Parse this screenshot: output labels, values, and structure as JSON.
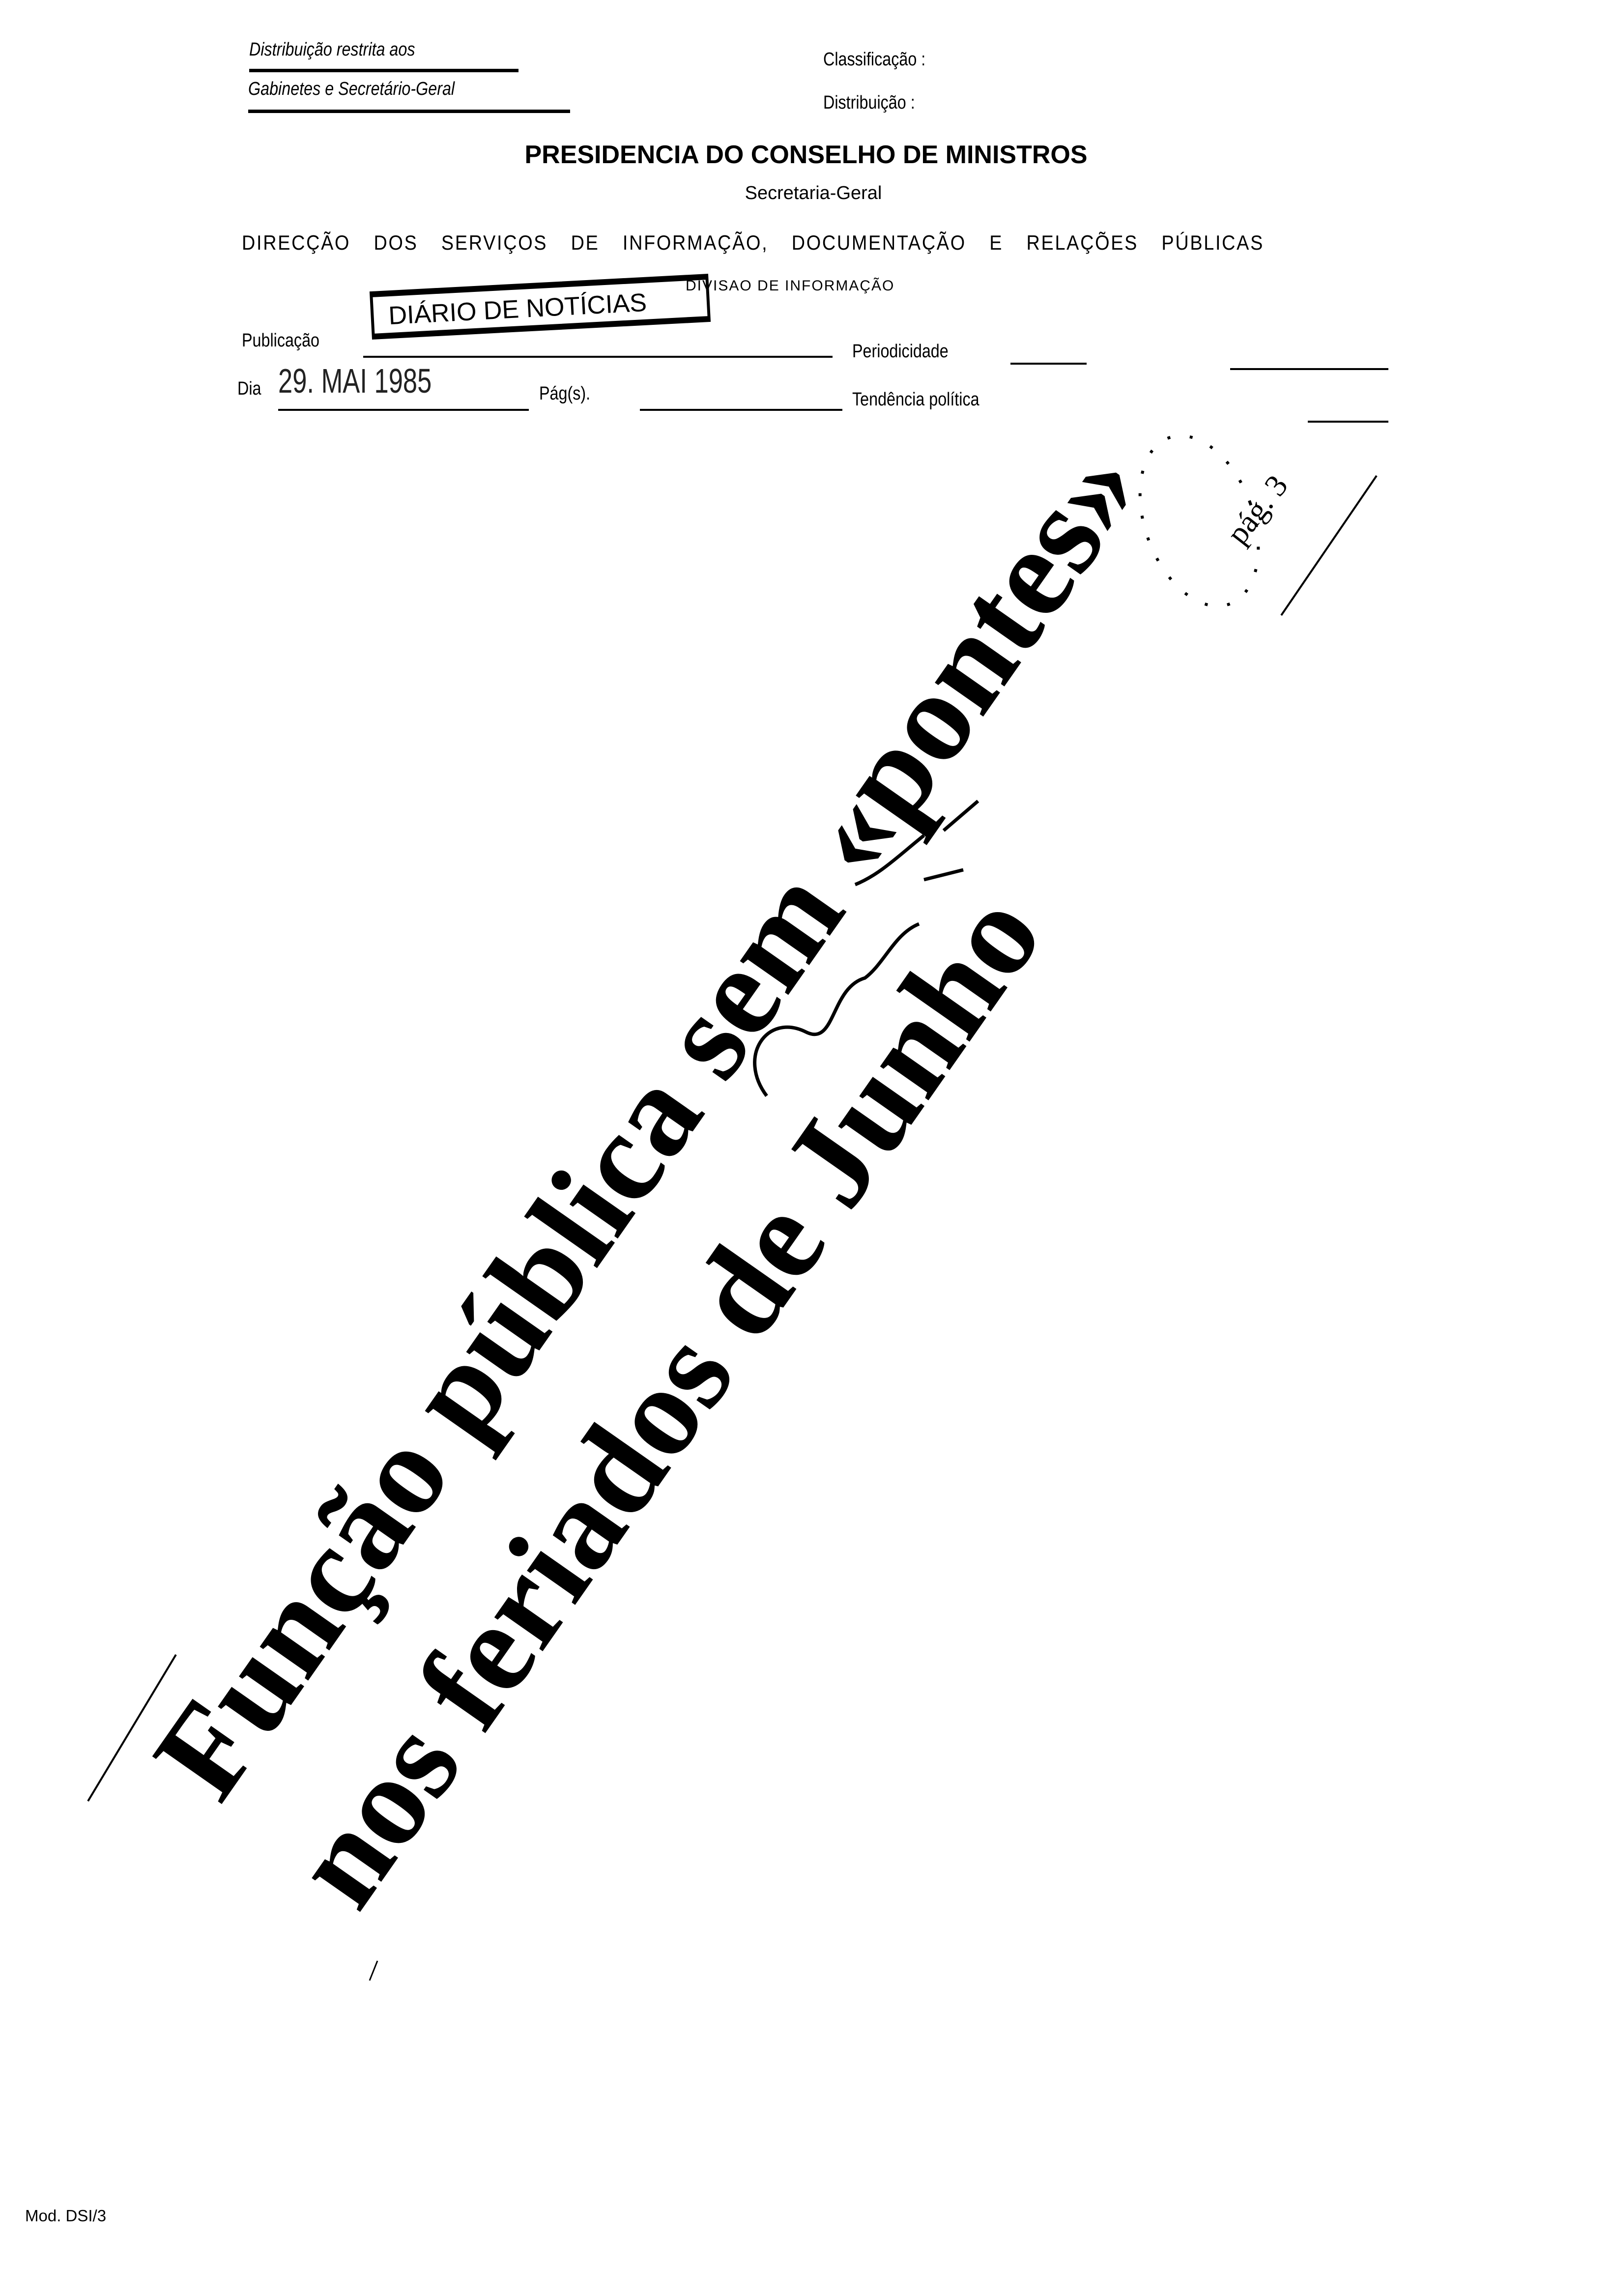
{
  "header": {
    "restricted_line1": "Distribuição restrita aos",
    "restricted_line2": "Gabinetes e Secretário-Geral",
    "classification_label": "Classificação :",
    "distribution_label": "Distribuição :",
    "institution": "PRESIDENCIA DO CONSELHO DE MINISTROS",
    "department": "Secretaria-Geral",
    "directorate": "DIRECÇÃO DOS SERVIÇOS DE INFORMAÇÃO, DOCUMENTAÇÃO E RELAÇÕES PÚBLICAS",
    "division": "DIVISAO DE INFORMAÇÃO"
  },
  "form": {
    "publication_label": "Publicação",
    "publication_stamp": "DIÁRIO DE NOTÍCIAS",
    "periodicity_label": "Periodicidade",
    "day_label": "Dia",
    "date_stamp": "29. MAI 1985",
    "pages_label": "Pág(s).",
    "political_tendency_label": "Tendência política"
  },
  "clipping": {
    "headline_line1": "Função pública sem «pontes»",
    "headline_line2": "nos feriados de Junho",
    "page_note": "pág. 3"
  },
  "footer": {
    "form_code": "Mod. DSI/3"
  }
}
